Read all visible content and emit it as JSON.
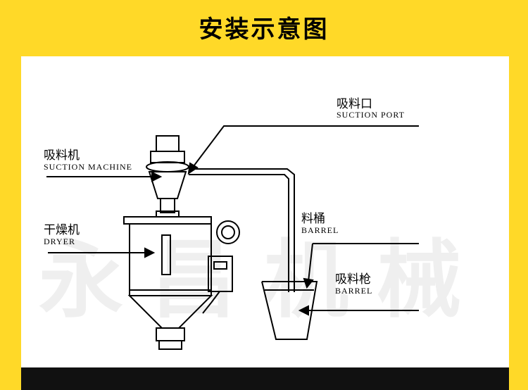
{
  "title": "安装示意图",
  "watermark": "永昌机械",
  "labels": {
    "suction_port": {
      "cn": "吸料口",
      "en": "SUCTION PORT"
    },
    "suction_machine": {
      "cn": "吸料机",
      "en": "SUCTION MACHINE"
    },
    "dryer": {
      "cn": "干燥机",
      "en": "DRYER"
    },
    "barrel": {
      "cn": "料桶",
      "en": "BARREL"
    },
    "suction_gun": {
      "cn": "吸料枪",
      "en": "BARREL"
    }
  },
  "colors": {
    "background": "#ffd928",
    "panel": "#ffffff",
    "ink": "#000000"
  }
}
